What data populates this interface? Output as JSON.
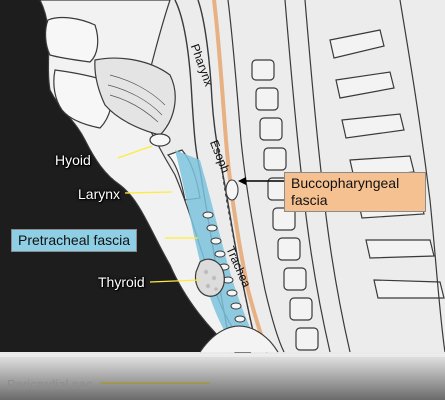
{
  "diagram": {
    "labels": {
      "pharynx": "Pharynx",
      "esoph": "Esoph",
      "trachea": "Trachea",
      "hyoid": "Hyoid",
      "larynx": "Larynx",
      "pretracheal": "Pretracheal fascia",
      "thyroid": "Thyroid",
      "buccopharyngeal": "Buccopharyngeal fascia",
      "pericardial": "Pericardial sac"
    },
    "colors": {
      "background": "#e9e9e9",
      "pretracheal_fascia": "#7cc4de",
      "buccopharyngeal_fascia": "#e7b184",
      "buccopharyngeal_box": "#f6c190",
      "pretracheal_box": "#8fcfe6",
      "pointer_yellow": "#ffeb3b",
      "outline": "#3a3a3a"
    }
  },
  "video": {
    "progress": 0.0
  }
}
